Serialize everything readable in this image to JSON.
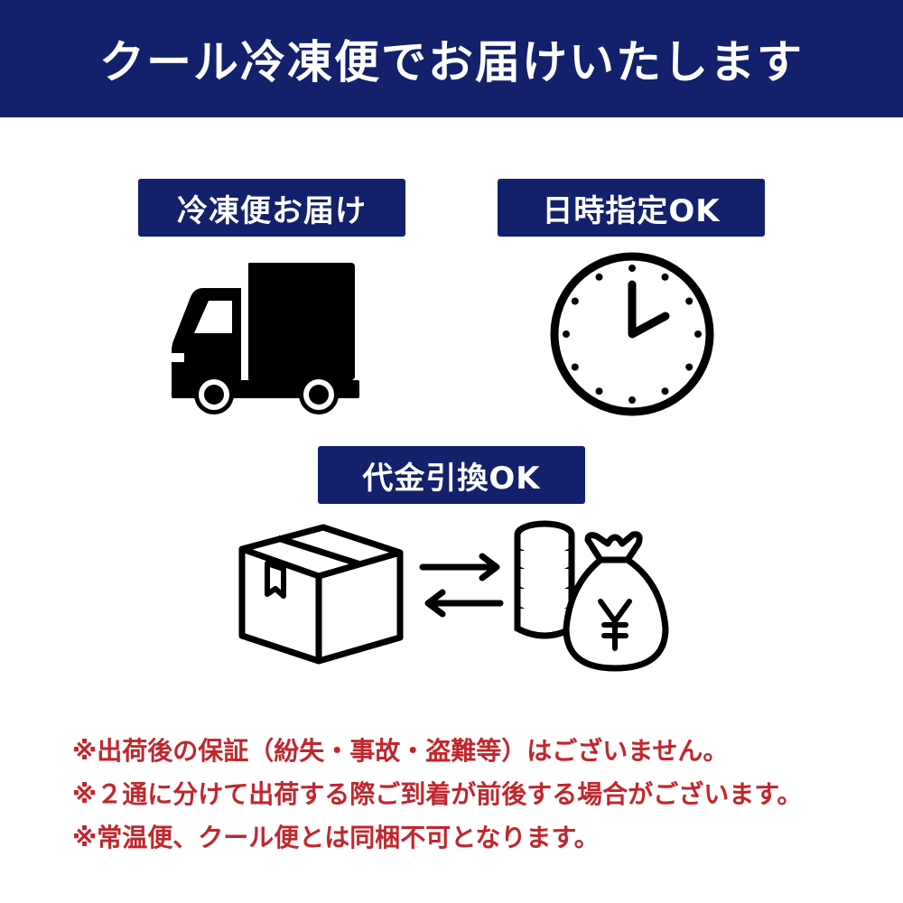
{
  "banner": {
    "title": "クール冷凍便でお届けいたします",
    "bg_color": "#13206b"
  },
  "features": [
    {
      "label": "冷凍便お届け",
      "icon": "truck-icon"
    },
    {
      "label": "日時指定OK",
      "icon": "clock-icon"
    },
    {
      "label": "代金引換OK",
      "icon": "package-money-exchange-icon"
    }
  ],
  "notes": [
    "※出荷後の保証（紛失・事故・盗難等）はございません。",
    "※２通に分けて出荷する際ご到着が前後する場合がございます。",
    "※常温便、クール便とは同梱不可となります。"
  ],
  "colors": {
    "navy": "#13206b",
    "note_red": "#c0272d",
    "icon_black": "#000000"
  }
}
